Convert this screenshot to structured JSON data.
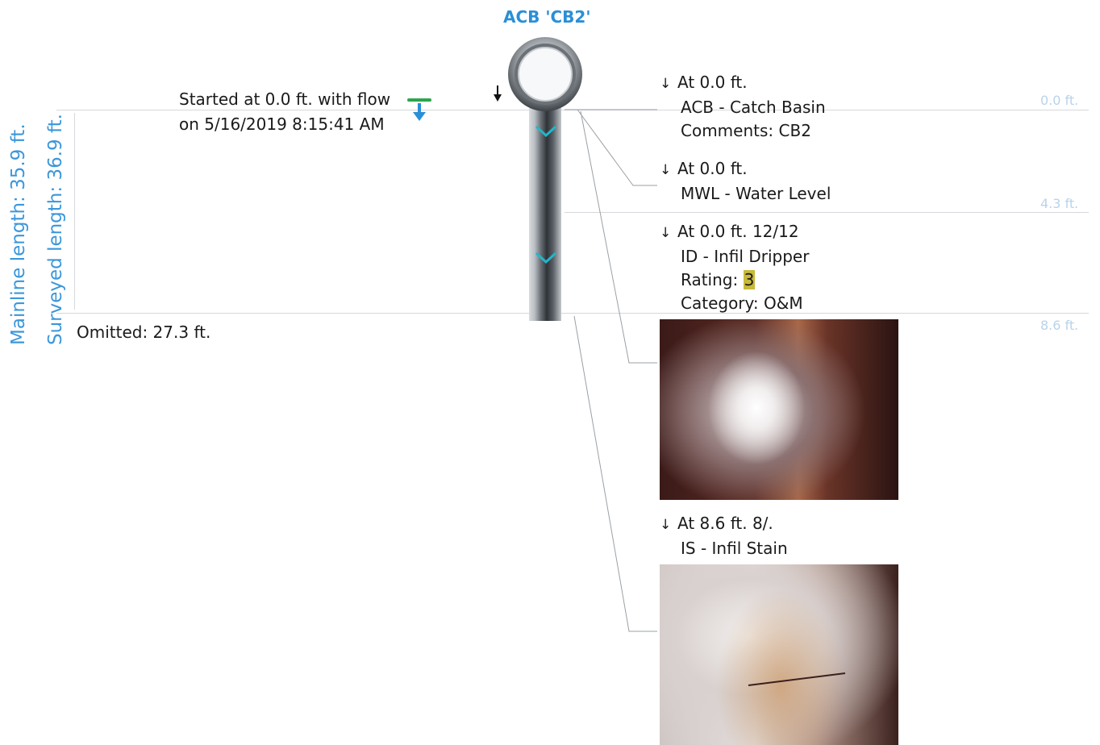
{
  "structure": {
    "title": "ACB 'CB2'",
    "mainline_length": "Mainline  length:  35.9 ft.",
    "surveyed_length": "Surveyed length:  36.9 ft.",
    "start_line1": "Started at 0.0 ft. with flow",
    "start_line2": "on 5/16/2019 8:15:41 AM",
    "omitted": "Omitted:  27.3  ft."
  },
  "ruler": {
    "labels": [
      "0.0 ft.",
      "4.3 ft.",
      "8.6 ft."
    ]
  },
  "observations": [
    {
      "line1": "At 0.0 ft.",
      "line2": "ACB - Catch Basin",
      "line3": "Comments: CB2"
    },
    {
      "line1": "At 0.0 ft.",
      "line2": "MWL -  Water Level"
    },
    {
      "line1": "At 0.0 ft. 12/12",
      "line2": "ID - Infil Dripper",
      "rating_label": "Rating: ",
      "rating_value": "3",
      "category": "Category: O&M"
    },
    {
      "line1": "At 8.6 ft. 8/.",
      "line2": "IS - Infil Stain"
    }
  ],
  "colors": {
    "accent_blue": "#2a8fd6",
    "flow_green": "#2ca64b",
    "rating_highlight": "#c9b83a",
    "pipe_teal_marker": "#22b5c9"
  },
  "icons": {
    "flow_arrow": "blue-down-arrow-icon",
    "observation_marker": "black-down-arrow-icon",
    "manhole": "manhole-ring-icon"
  }
}
